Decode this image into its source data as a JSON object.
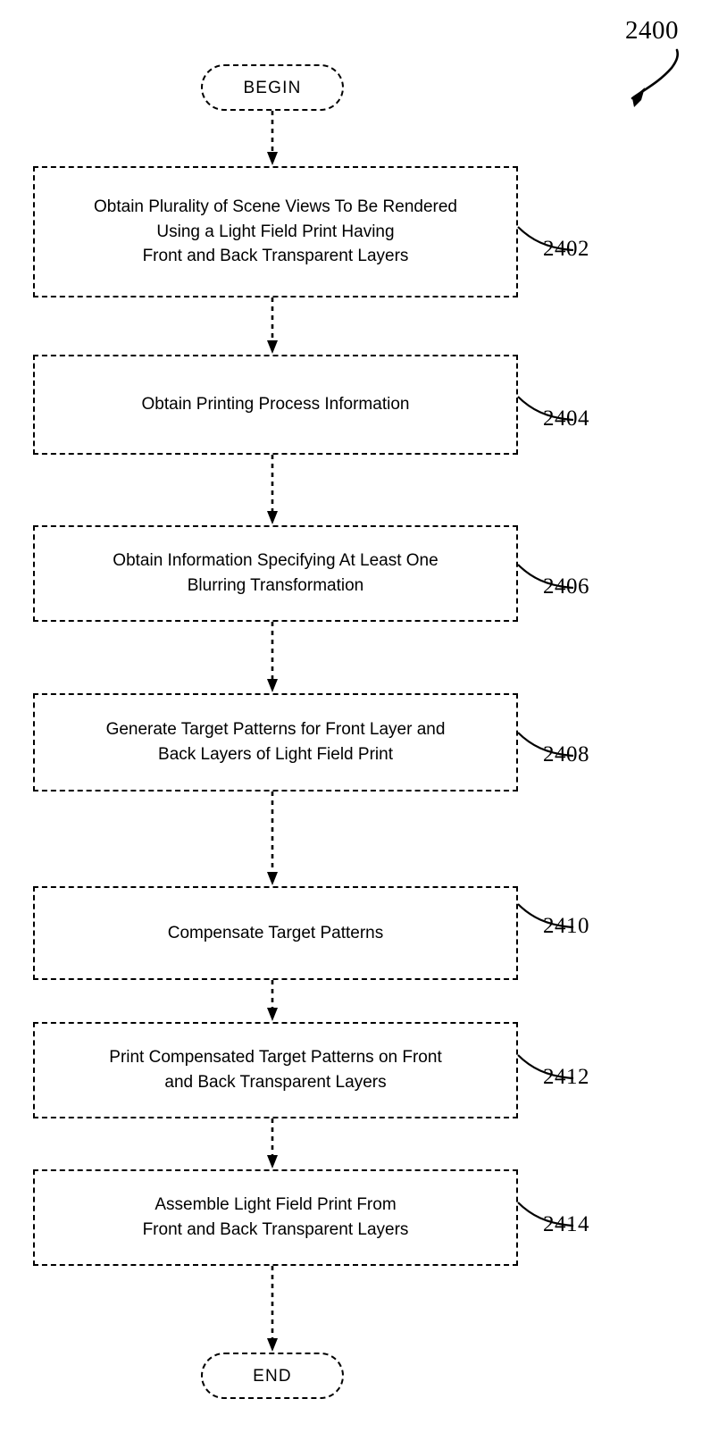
{
  "figure": {
    "number": "2400",
    "pointer_icon": "curved-arrow-icon"
  },
  "flowchart": {
    "start_terminal": {
      "label": "BEGIN",
      "shape": "rounded-pill",
      "border": "dashed"
    },
    "end_terminal": {
      "label": "END",
      "shape": "rounded-pill",
      "border": "dashed"
    },
    "steps": [
      {
        "ref": "2402",
        "text": "Obtain Plurality of Scene Views To Be Rendered\nUsing a Light Field Print Having\nFront and Back Transparent Layers",
        "lines": 3
      },
      {
        "ref": "2404",
        "text": "Obtain Printing Process Information",
        "lines": 1
      },
      {
        "ref": "2406",
        "text": "Obtain Information Specifying At Least One\nBlurring Transformation",
        "lines": 2
      },
      {
        "ref": "2408",
        "text": "Generate Target Patterns for Front Layer and\nBack Layers of Light Field Print",
        "lines": 2
      },
      {
        "ref": "2410",
        "text": "Compensate Target Patterns",
        "lines": 1
      },
      {
        "ref": "2412",
        "text": "Print Compensated Target Patterns on Front\nand Back Transparent Layers",
        "lines": 2
      },
      {
        "ref": "2414",
        "text": "Assemble Light Field Print From\nFront and Back Transparent Layers",
        "lines": 2
      }
    ],
    "connector": {
      "style": "dashed-line-with-arrowhead",
      "icon": "down-arrow-icon",
      "count": 8
    }
  },
  "colors": {
    "stroke": "#000000",
    "background": "#ffffff"
  }
}
